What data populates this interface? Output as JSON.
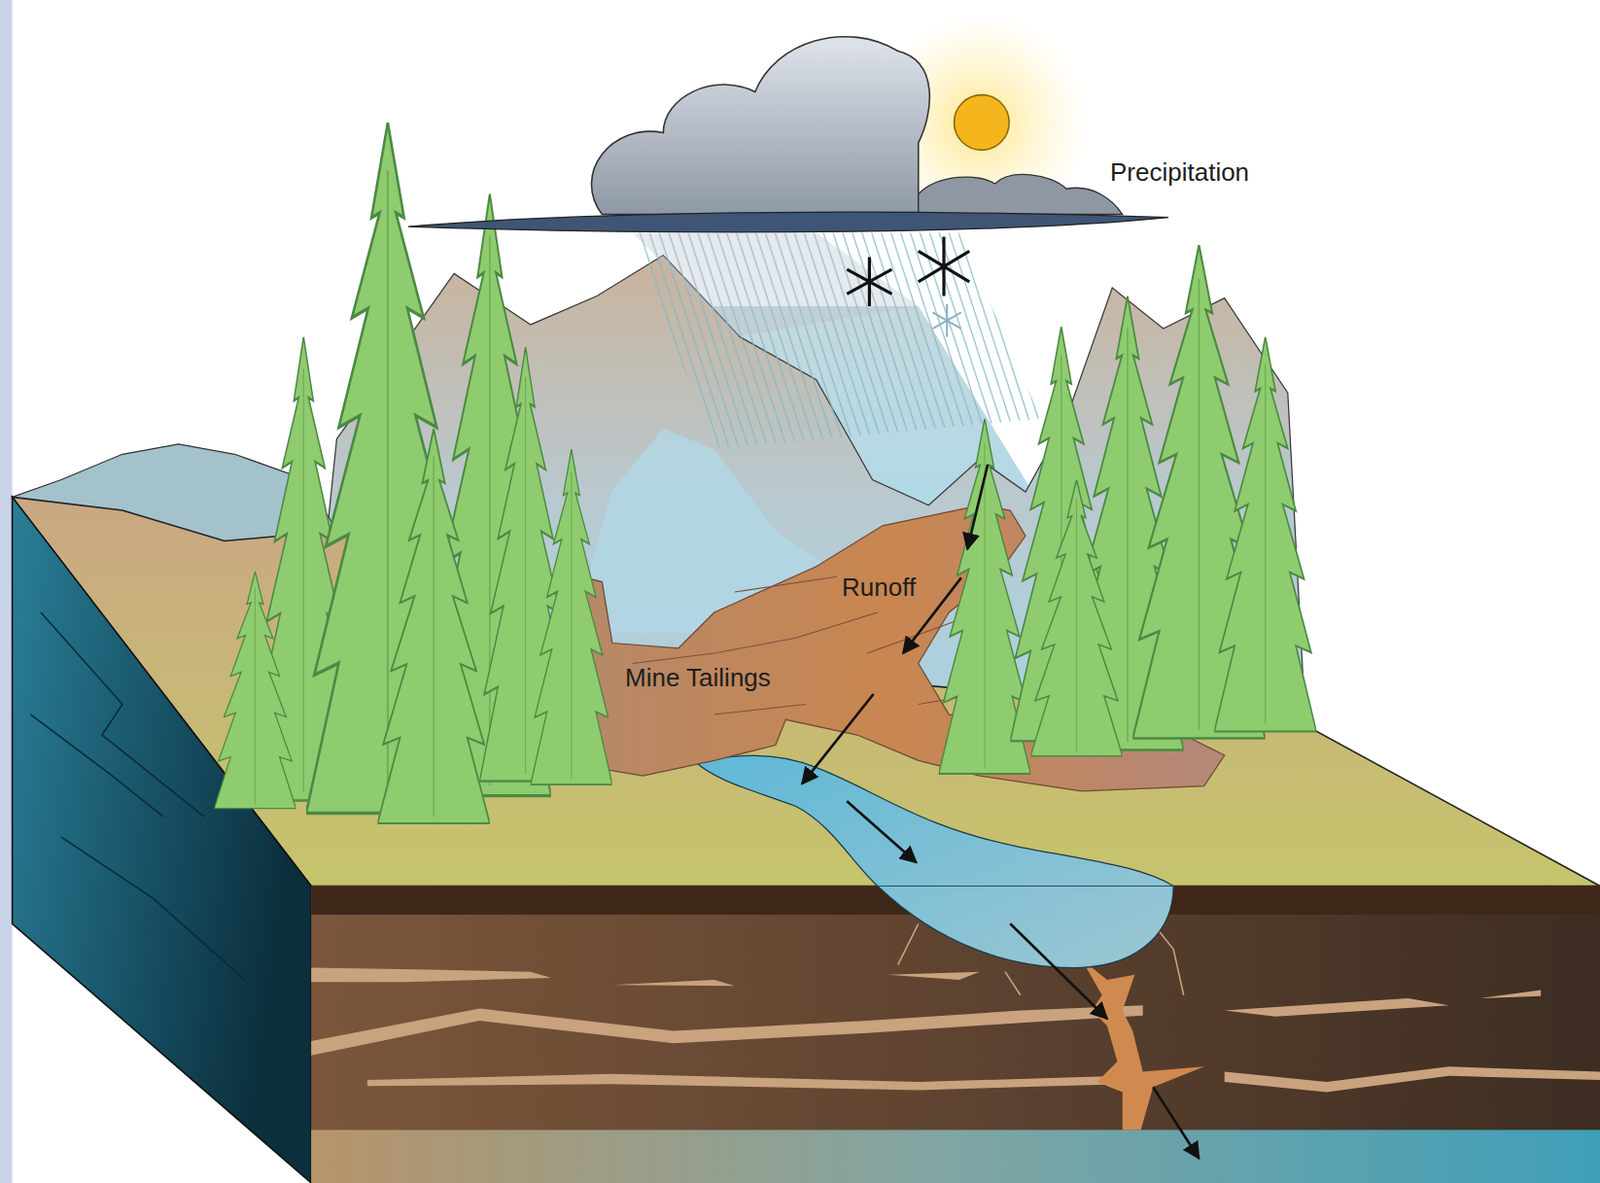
{
  "diagram": {
    "labels": [
      "Precipitation",
      "Runoff",
      "Mine Tailings"
    ]
  }
}
